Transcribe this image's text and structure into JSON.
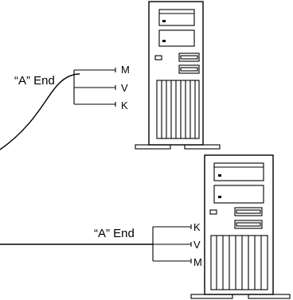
{
  "top_connector": {
    "end_label": "“A” End",
    "pins": [
      "M",
      "V",
      "K"
    ]
  },
  "bottom_connector": {
    "end_label": "“A” End",
    "pins": [
      "K",
      "V",
      "M"
    ]
  }
}
